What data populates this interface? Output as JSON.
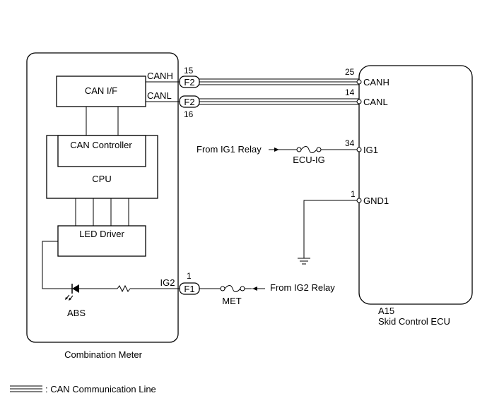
{
  "combination_meter": {
    "label": "Combination Meter",
    "can_if": "CAN I/F",
    "can_controller": "CAN Controller",
    "cpu": "CPU",
    "led_driver": "LED Driver",
    "abs": "ABS",
    "canh": "CANH",
    "canl": "CANL",
    "ig2": "IG2"
  },
  "connectors": {
    "f2_top": "F2",
    "f2_bottom": "F2",
    "f1": "F1"
  },
  "pin_numbers": {
    "meter_canh": "15",
    "meter_canl": "16",
    "meter_ig2": "1",
    "ecu_canh": "25",
    "ecu_canl": "14",
    "ecu_ig1": "34",
    "ecu_gnd1": "1"
  },
  "skid_control_ecu": {
    "code": "A15",
    "label": "Skid Control ECU",
    "canh": "CANH",
    "canl": "CANL",
    "ig1": "IG1",
    "gnd1": "GND1"
  },
  "sources": {
    "ig1_relay": "From IG1 Relay",
    "ig2_relay": "From IG2 Relay"
  },
  "fuses": {
    "ecu_ig": "ECU-IG",
    "met": "MET"
  },
  "legend": {
    "can_line": ": CAN Communication Line"
  }
}
